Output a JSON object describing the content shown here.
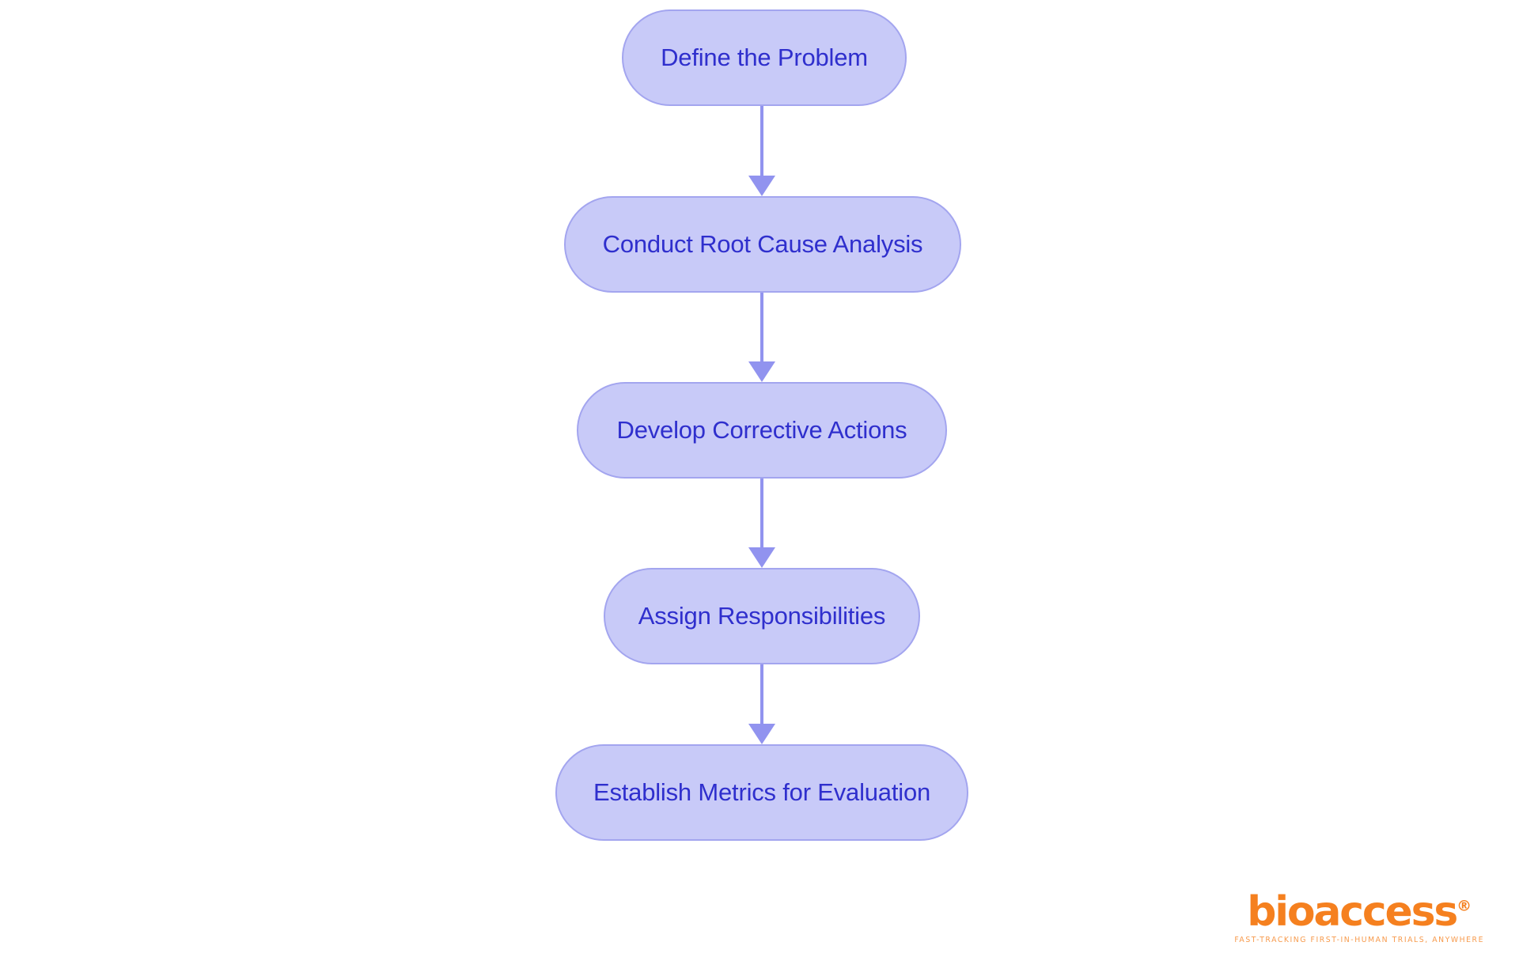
{
  "chart_data": {
    "type": "diagram",
    "diagram_kind": "flowchart",
    "orientation": "top-to-bottom",
    "title": "",
    "nodes": [
      {
        "id": "n1",
        "label": "Define the Problem"
      },
      {
        "id": "n2",
        "label": "Conduct Root Cause Analysis"
      },
      {
        "id": "n3",
        "label": "Develop Corrective Actions"
      },
      {
        "id": "n4",
        "label": "Assign Responsibilities"
      },
      {
        "id": "n5",
        "label": "Establish Metrics for Evaluation"
      }
    ],
    "edges": [
      {
        "from": "n1",
        "to": "n2",
        "label": "",
        "arrow": "down"
      },
      {
        "from": "n2",
        "to": "n3",
        "label": "",
        "arrow": "down"
      },
      {
        "from": "n3",
        "to": "n4",
        "label": "",
        "arrow": "down"
      },
      {
        "from": "n4",
        "to": "n5",
        "label": "",
        "arrow": "down"
      }
    ],
    "colors": {
      "node_fill": "#c8caf8",
      "node_border": "#a3a5ef",
      "node_text": "#2f2fcd",
      "connector": "#9193ef",
      "background": "#ffffff",
      "logo_primary": "#f5801f",
      "logo_tagline": "#f79a4c"
    }
  },
  "canvas": {
    "background": "#ffffff"
  },
  "branding": {
    "wordmark": "bioaccess",
    "registered_mark": "®",
    "tagline": "FAST-TRACKING FIRST-IN-HUMAN TRIALS, ANYWHERE"
  }
}
